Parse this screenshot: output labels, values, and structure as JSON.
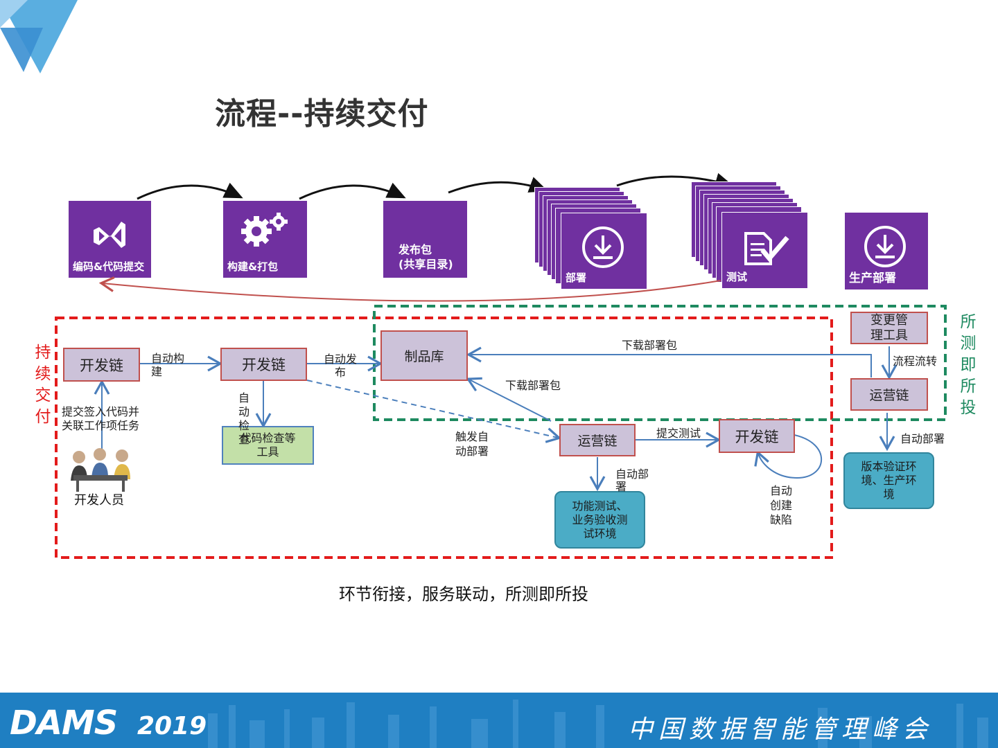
{
  "slide": {
    "title": "流程--持续交付",
    "caption": "环节衔接，服务联动，所测即所投"
  },
  "pipeline": {
    "tiles": [
      {
        "label": "编码&代码提交",
        "icon": "visual-studio-icon"
      },
      {
        "label": "构建&打包",
        "icon": "gears-icon"
      },
      {
        "label_line1": "发布包",
        "label_line2": "(共享目录)"
      },
      {
        "label": "部署",
        "icon": "download-icon"
      },
      {
        "label": "测试",
        "icon": "checklist-icon"
      },
      {
        "label": "生产部署",
        "icon": "download-icon"
      }
    ]
  },
  "regions": {
    "red_label": [
      "持",
      "续",
      "交",
      "付"
    ],
    "green_label": [
      "所",
      "测",
      "即",
      "所",
      "投"
    ]
  },
  "nodes": {
    "dev_chain_1": "开发链",
    "dev_chain_2": "开发链",
    "artifact_repo": "制品库",
    "ops_chain_1": "运营链",
    "dev_chain_3": "开发链",
    "change_mgmt_l1": "变更管",
    "change_mgmt_l2": "理工具",
    "ops_chain_2": "运营链",
    "code_check_l1": "代码检查等",
    "code_check_l2": "工具",
    "func_test_l1": "功能测试、",
    "func_test_l2": "业务验收测",
    "func_test_l3": "试环境",
    "prod_env_l1": "版本验证环",
    "prod_env_l2": "境、生产环",
    "prod_env_l3": "境",
    "developers": "开发人员"
  },
  "edges": {
    "auto_build_l1": "自动构",
    "auto_build_l2": "建",
    "auto_publish_l1": "自动发",
    "auto_publish_l2": "布",
    "auto_check": [
      "自",
      "动",
      "检",
      "查"
    ],
    "submit_l1": "提交签入代码并",
    "submit_l2": "关联工作项任务",
    "download_pkg_1": "下载部署包",
    "download_pkg_2": "下载部署包",
    "process_flow": "流程流转",
    "trigger_deploy_l1": "触发自",
    "trigger_deploy_l2": "动部署",
    "submit_test": "提交测试",
    "auto_deploy_1_l1": "自动部",
    "auto_deploy_1_l2": "署",
    "auto_create_bug_l1": "自动",
    "auto_create_bug_l2": "创建",
    "auto_create_bug_l3": "缺陷",
    "auto_deploy_2": "自动部署"
  },
  "footer": {
    "brand": "DAMS",
    "year": "2019",
    "event": "中国数据智能管理峰会"
  },
  "colors": {
    "purple": "#7030a0",
    "red_dash": "#e31b1b",
    "green_dash": "#1e8a60",
    "node_fill": "#ccc2d9",
    "teal": "#4bacc6",
    "footer": "#1f7fc2"
  }
}
